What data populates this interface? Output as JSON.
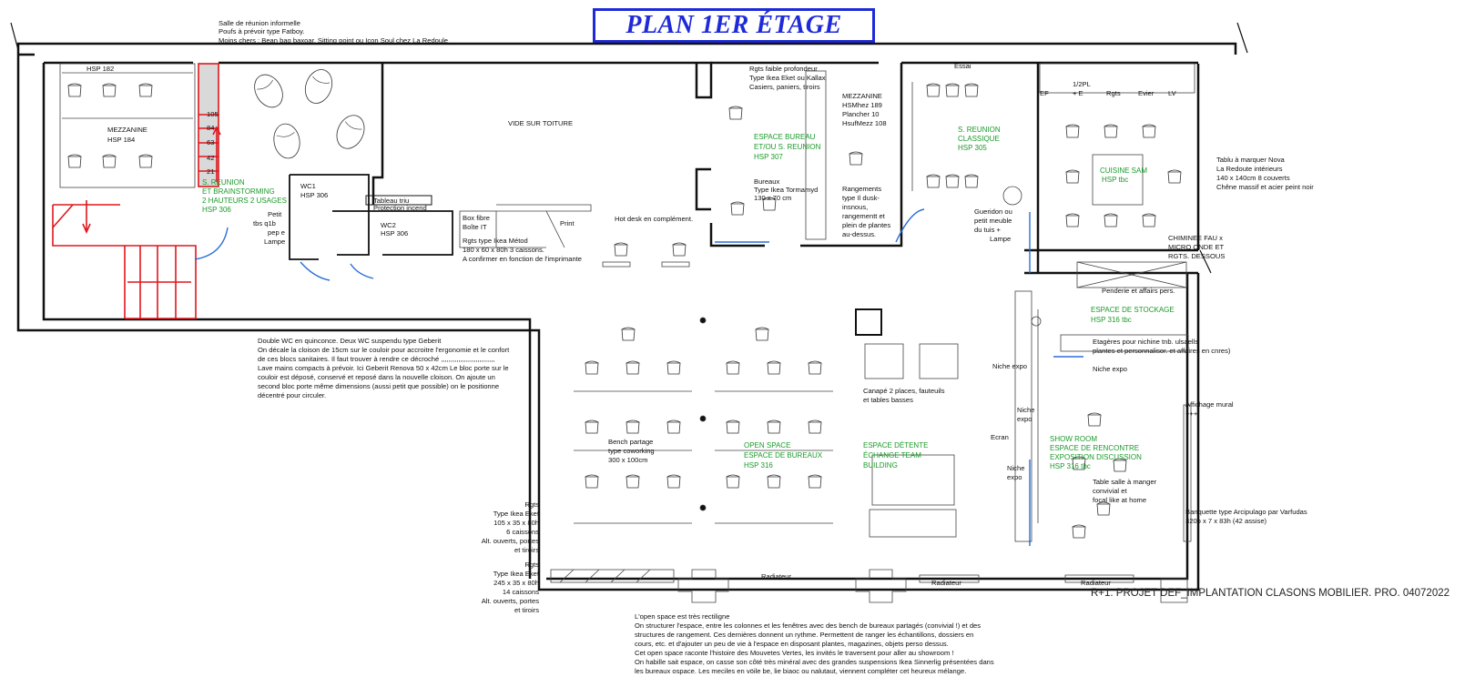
{
  "title": "PLAN 1ER ÉTAGE",
  "footer": "R+1. PROJET DEF_IMPLANTATION CLASONS MOBILIER. PRO. 04072022",
  "colors": {
    "title": "#1e2ad8",
    "zones": "#1a9a2a",
    "stairs": "#e0161b",
    "doors": "#2a6fd6",
    "walls": "#111111"
  },
  "notes": {
    "poufs": [
      "Salle de réunion informelle",
      "Poufs à prévoir type Fatboy.",
      "Moins chers : Bean bag baxoar, Sitting point ou Icon Soul chez La Redoule"
    ],
    "wc": [
      "Double WC en quinconce. Deux WC suspendu type Geberit",
      "On décale la cloison de 15cm sur le couloir pour accroitre l'ergonomie et le confort",
      "de ces blocs sanitaires. Il faut trouver à rendre ce décroché ,,,,,,,,,,,,,,,,,,,,,,,,,,,,",
      "Lave mains compacts à prévoir. Ici Geberit Renova 50 x 42cm Le bloc porte sur le",
      "couloir est déposé, conservé et reposé dans la nouvelle cloison. On ajoute un",
      "second bloc porte même dimensions (aussi petit que possible) on le positionne",
      "décentré pour circuler."
    ],
    "openspace": [
      "L'open space est très rectiligne",
      "On structurer l'espace, entre les colonnes et les fenêtres avec des bench de bureaux partagés (convivial !) et des",
      "structures de rangement. Ces dernières donnent un rythme. Permettent de ranger les échantillons, dossiers en",
      "cours, etc. et d'ajouter un peu de vie à l'espace en disposant plantes, magazines, objets perso dessus.",
      "Cet open space raconte l'histoire des Mouvetes Vertes, les invités le traversent pour aller au showroom !",
      "On habille sait espace, on casse son côté très minéral avec des grandes suspensions Ikea Sinnerlig présentées dans",
      "les bureaux ospace. Les meciles en vöile be, lie biaoc ou nalutaut, viennent compléter cet heureux mélange."
    ],
    "rgts1": [
      "Rgts",
      "Type Ikea Eket",
      "105 x 35 x 80h",
      "6 caissons",
      "Alt. ouverts, portes",
      "et tiroirs"
    ],
    "rgts2": [
      "Rgts",
      "Type Ikea Eket",
      "245 x 35 x 80h",
      "14 caissons",
      "Alt. ouverts, portes",
      "et tiroirs"
    ],
    "bench": [
      "Bench partage",
      "type coworking",
      "300 x 100cm"
    ],
    "boxfibre": [
      "Box fibre",
      "Boîte IT"
    ],
    "metod": [
      "Rgts type Ikea Métod",
      "180 x 60 x 80h 3 caissons.",
      "A confirmer en fonction de l'imprimante"
    ],
    "hotdesk": "Hot desk en complément.",
    "vide": "VIDE SUR TOITURE",
    "rgtsfaible": [
      "Rgts faible profondeur",
      "Type Ikea Eket ou Kallax",
      "Casiers, paniers, tiroirs"
    ],
    "bureaux": [
      "Bureaux",
      "Type Ikea Tormamyd",
      "130 x 70 cm"
    ],
    "mezz2": [
      "MEZZANINE",
      "HSMhez 189",
      "Plancher 10",
      "HsufMezz 108"
    ],
    "rangements": [
      "Rangements",
      "type Il dusk-",
      "insnous,",
      "rangementt et",
      "plein de plantes",
      "au-dessus."
    ],
    "gueridon": [
      "Gueridon ou",
      "petit meuble",
      "du tuis +",
      "Lampe"
    ],
    "kitchen": [
      "1/2PL",
      "+ E",
      "EF",
      "Rgts",
      "Evier",
      "LV"
    ],
    "tablu": [
      "Tablu à marquer Nova",
      "La Redoute intérieurs",
      "140 x 140cm 8 couverts",
      "Chêne massif et acier peint noir"
    ],
    "chimney": [
      "CHIMINEE FAU x",
      "MICRO ONDE ET",
      "RGTS. DESSOUS"
    ],
    "penderie": "Penderie et affairs pers.",
    "etageres": [
      "Etagères pour nichine tnb. ulsaells",
      "plantes et personnalisor. et affaires en cnres)"
    ],
    "niche": [
      "Niche expo",
      "Niche expo",
      "Niche",
      "expo",
      "Ecran",
      "Niche",
      "expo"
    ],
    "canape": [
      "Canapé 2 places, fauteuils",
      "et tables basses"
    ],
    "affichage": [
      "Affichage mural",
      "+++"
    ],
    "tablesalle": [
      "Table salle à manger",
      "convivial et",
      "focal like at home"
    ],
    "banquette": [
      "Banquette type Arcipulago par Varfudas",
      "320b x 7 x 83h (42 assise)"
    ],
    "radiateur": "Radiateur",
    "hsp182": "HSP 182",
    "mezz1": [
      "MEZZANINE",
      "HSP 184"
    ],
    "stairs": [
      "105",
      "84",
      "63",
      "42",
      "21"
    ],
    "wc1": [
      "WC1",
      "HSP 306"
    ],
    "wc2": [
      "WC2",
      "HSP 306"
    ],
    "tableau": [
      "Tableau triu",
      "Protection incend"
    ],
    "petit": [
      "Petit",
      "tbs q1b",
      "pep e",
      "Lampe"
    ],
    "print": "Print",
    "essai": "Essai"
  },
  "zones": {
    "reunion_brain": [
      "S. REUNION",
      "ET BRAINSTORMING",
      "2 HAUTEURS 2 USAGES",
      "HSP 306"
    ],
    "bureau": [
      "ESPACE BUREAU",
      "ET/OU S. REUNION",
      "HSP 307"
    ],
    "reunion_classique": [
      "S. REUNION",
      "CLASSIQUE",
      "HSP 305"
    ],
    "cuisine": [
      "CUISINE SAM",
      "HSP tbc"
    ],
    "stockage": [
      "ESPACE DE STOCKAGE",
      "HSP 316 tbc"
    ],
    "openspace": [
      "OPEN SPACE",
      "ESPACE DE BUREAUX",
      "HSP 316"
    ],
    "detente": [
      "ESPACE DÉTENTE",
      "ÉCHANGE TEAM",
      "BUILDING"
    ],
    "showroom": [
      "SHOW ROOM",
      "ESPACE DE RENCONTRE",
      "EXPOSITION DISCUSSION",
      "HSP 316 tbc"
    ]
  }
}
